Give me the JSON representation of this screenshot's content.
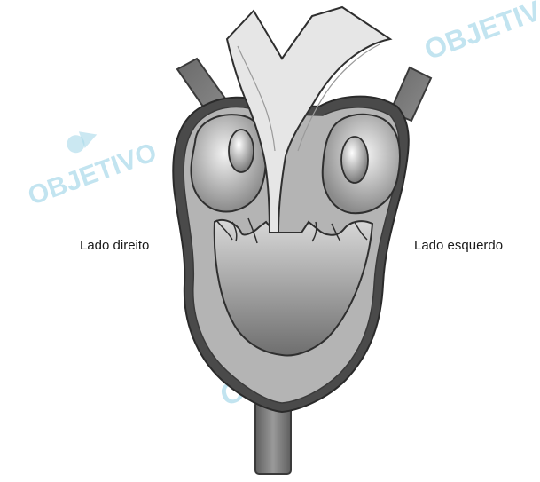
{
  "labels": {
    "left": "Lado direito",
    "right": "Lado esquerdo"
  },
  "watermark": {
    "text": "OBJETIVO",
    "color": "#a9d9ea"
  },
  "colors": {
    "outline": "#2f2f2f",
    "wall": "#9a9a9a",
    "cavity_light": "#e6e6e6",
    "cavity_dark": "#7a7a7a",
    "vessel": "#7d7d7d"
  }
}
